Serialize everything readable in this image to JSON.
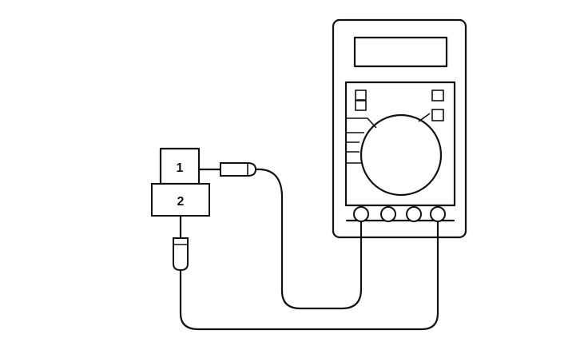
{
  "components": {
    "terminal_1": {
      "label": "1"
    },
    "terminal_2": {
      "label": "2"
    }
  },
  "colors": {
    "stroke": "#111111",
    "background": "#ffffff"
  },
  "icons": {
    "meter": "multimeter-icon",
    "probe": "probe-icon",
    "wire": "test-lead-wire"
  }
}
